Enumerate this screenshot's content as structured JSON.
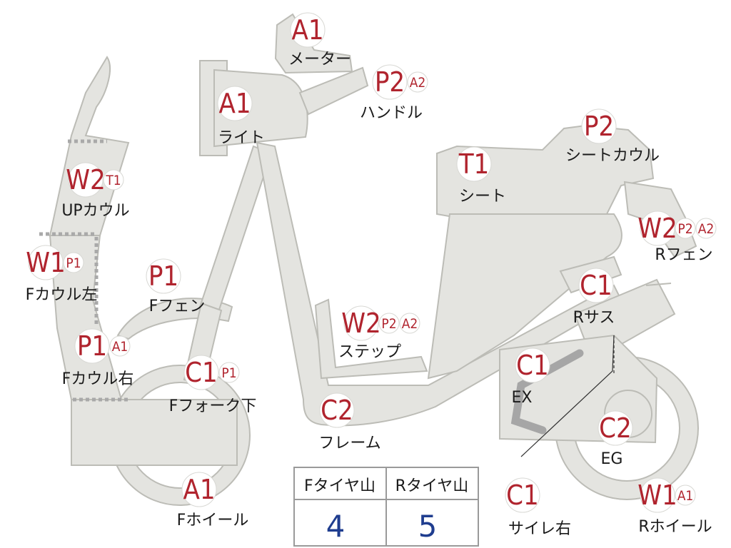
{
  "colors": {
    "grade_text": "#b0242e",
    "name_text": "#1a1a1a",
    "bike_fill": "#e4e4e0",
    "bike_stroke": "#bcbcb6",
    "table_value": "#1f3d8f"
  },
  "parts": [
    {
      "id": "meter",
      "grades": [
        "A1"
      ],
      "name": "メーター"
    },
    {
      "id": "light",
      "grades": [
        "A1"
      ],
      "name": "ライト"
    },
    {
      "id": "handle",
      "grades": [
        "P2",
        "A2"
      ],
      "name": "ハンドル"
    },
    {
      "id": "seat-cowl",
      "grades": [
        "P2"
      ],
      "name": "シートカウル"
    },
    {
      "id": "seat",
      "grades": [
        "T1"
      ],
      "name": "シート"
    },
    {
      "id": "up-cowl",
      "grades": [
        "W2",
        "T1"
      ],
      "name": "UPカウル"
    },
    {
      "id": "r-fender",
      "grades": [
        "W2",
        "P2",
        "A2"
      ],
      "name": "Rフェン"
    },
    {
      "id": "f-cowl-left",
      "grades": [
        "W1",
        "P1"
      ],
      "name": "Fカウル左"
    },
    {
      "id": "f-fender",
      "grades": [
        "P1"
      ],
      "name": "Fフェン"
    },
    {
      "id": "r-suspension",
      "grades": [
        "C1"
      ],
      "name": "Rサス"
    },
    {
      "id": "step",
      "grades": [
        "W2",
        "P2",
        "A2"
      ],
      "name": "ステップ"
    },
    {
      "id": "f-cowl-right",
      "grades": [
        "P1",
        "A1"
      ],
      "name": "Fカウル右"
    },
    {
      "id": "exhaust",
      "grades": [
        "C1"
      ],
      "name": "EX"
    },
    {
      "id": "f-fork-lower",
      "grades": [
        "C1",
        "P1"
      ],
      "name": "Fフォーク下"
    },
    {
      "id": "frame",
      "grades": [
        "C2"
      ],
      "name": "フレーム"
    },
    {
      "id": "engine",
      "grades": [
        "C2"
      ],
      "name": "EG"
    },
    {
      "id": "f-wheel",
      "grades": [
        "A1"
      ],
      "name": "Fホイール"
    },
    {
      "id": "silencer-right",
      "grades": [
        "C1"
      ],
      "name": "サイレ右"
    },
    {
      "id": "r-wheel",
      "grades": [
        "W1",
        "A1"
      ],
      "name": "Rホイール"
    }
  ],
  "tire_table": {
    "headers": [
      "Fタイヤ山",
      "Rタイヤ山"
    ],
    "values": [
      "4",
      "5"
    ]
  }
}
